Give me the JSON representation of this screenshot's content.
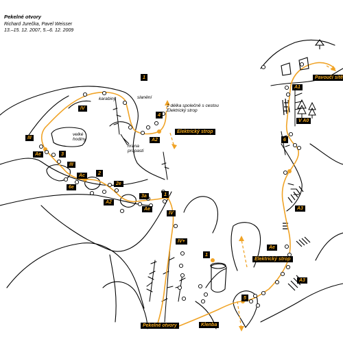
{
  "header": {
    "title": "Pekelné otvory",
    "authors": "Richard Jurečka, Pavel Weisser",
    "dates": "13.–15. 12. 2007, 5.–6. 12. 2009"
  },
  "grades": {
    "iii_left": "III",
    "iv_top": "IV",
    "a2_top": "A2",
    "ae_left": "Ae",
    "iii_mid": "III",
    "ac": "Ac",
    "ae_6": "6e",
    "e2": "2e",
    "a2_mid": "A2",
    "ae_3a": "3a",
    "ae_mid": "Ae",
    "iv_mid": "IV",
    "iv_plus": "IV+",
    "a1": "A1",
    "v_a0": "V A0",
    "a3_top": "A3",
    "ae_right": "Ae",
    "a3_bottom": "A3"
  },
  "pitch_numbers": {
    "p1_top": "1",
    "p1_bottom": "1",
    "p2": "2",
    "p3": "3",
    "p4": "4",
    "p5": "5",
    "p6": "6"
  },
  "callouts": {
    "elektricky_strop_top": "Elektrický strop",
    "pavouci_site": "Pavoučí sítě",
    "elektricky_strop_bottom": "Elektrický strop",
    "pekelne_otvory": "Pekelné otvory",
    "klenba": "Klenba"
  },
  "notes": {
    "karabiny": "karabiny",
    "slaneni": "slanění",
    "delka": "1 délka společně\ns cestou Elektrický strop",
    "velke_hodiny": "velké\nhodiny",
    "hrana_propasti": "hrana\npropasti"
  },
  "colors": {
    "route": "#f0a326",
    "label_bg": "#000000",
    "label_text": "#f4a91f",
    "rock": "#000000"
  }
}
